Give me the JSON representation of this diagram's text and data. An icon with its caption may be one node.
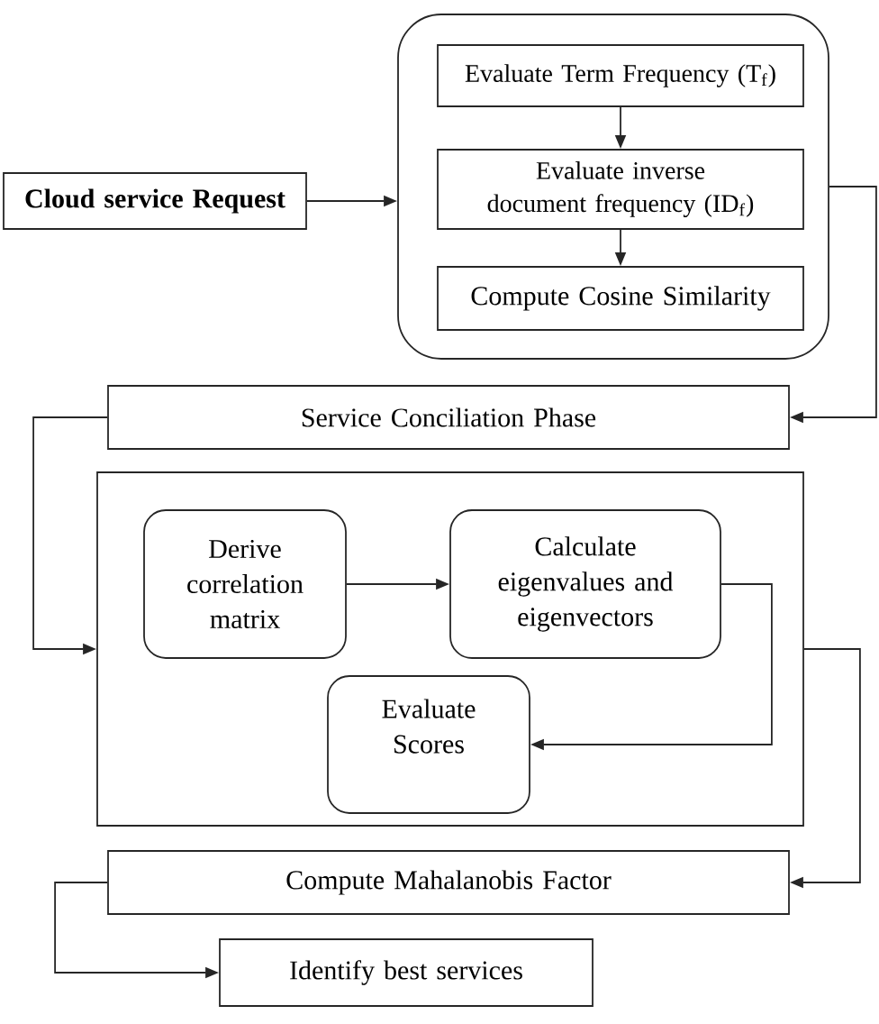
{
  "diagram": {
    "nodes": [
      {
        "text": [
          "Cloud service Request"
        ]
      },
      {
        "text": [],
        "shape": "box"
      },
      {
        "text": [
          "Evaluate Term Frequency (T$_{f}$)"
        ],
        "in": 1
      },
      {
        "text": [
          "Evaluate inverse document frequency (ID$_{f}$)"
        ],
        "in": 1
      },
      {
        "text": [
          "Compute Cosine Similarity"
        ],
        "in": 1
      },
      {
        "text": [
          "Service Conciliation Phase"
        ]
      },
      {
        "text": [],
        "shape": "box"
      },
      {
        "text": [
          "Derive correlation matrix"
        ],
        "in": 6
      },
      {
        "text": [
          "Calculate eigenvalues and eigenvectors"
        ],
        "in": 6
      },
      {
        "text": [
          "Evaluate Scores"
        ],
        "in": 6
      },
      {
        "text": [
          "Compute Mahalanobis Factor"
        ]
      },
      {
        "text": [
          "Identify best services"
        ]
      }
    ],
    "edges": [
      {
        "from": 0,
        "to": 1,
        "arrow": "to"
      },
      {
        "from": 2,
        "to": 3,
        "arrow": "to"
      },
      {
        "from": 3,
        "to": 4,
        "arrow": "to"
      },
      {
        "from": 1,
        "to": 5,
        "arrow": "to"
      },
      {
        "from": 5,
        "to": 6,
        "arrow": "to"
      },
      {
        "from": 7,
        "to": 8,
        "arrow": "to"
      },
      {
        "from": 8,
        "to": 9,
        "arrow": "to"
      },
      {
        "from": 6,
        "to": 10,
        "arrow": "to"
      },
      {
        "from": 10,
        "to": 11,
        "arrow": "to"
      }
    ]
  }
}
